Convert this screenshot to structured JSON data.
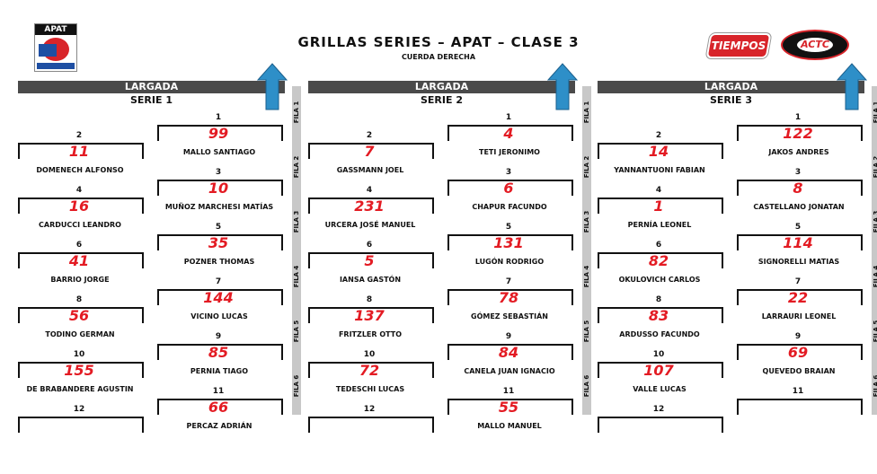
{
  "header": {
    "logo_left_text": "APAT",
    "title": "GRILLAS SERIES – APAT – CLASE 3",
    "subtitle": "CUERDA DERECHA",
    "logo_tiempos": "TIEMPOS",
    "logo_actc": "ACTC"
  },
  "fila_prefix": "FILA",
  "fila_numbers": [
    "1",
    "2",
    "3",
    "4",
    "5",
    "6"
  ],
  "sections": [
    {
      "largada": "LARGADA",
      "serie": "SERIE 1",
      "left": [
        {
          "pos": "2",
          "num": "11",
          "name": "DOMENECH ALFONSO"
        },
        {
          "pos": "4",
          "num": "16",
          "name": "CARDUCCI LEANDRO"
        },
        {
          "pos": "6",
          "num": "41",
          "name": "BARRIO JORGE"
        },
        {
          "pos": "8",
          "num": "56",
          "name": "TODINO GERMAN"
        },
        {
          "pos": "10",
          "num": "155",
          "name": "DE BRABANDERE AGUSTIN"
        },
        {
          "pos": "12",
          "num": "",
          "name": ""
        }
      ],
      "right": [
        {
          "pos": "1",
          "num": "99",
          "name": "MALLO SANTIAGO"
        },
        {
          "pos": "3",
          "num": "10",
          "name": "MUÑOZ MARCHESI MATÍAS"
        },
        {
          "pos": "5",
          "num": "35",
          "name": "POZNER THOMAS"
        },
        {
          "pos": "7",
          "num": "144",
          "name": "VICINO LUCAS"
        },
        {
          "pos": "9",
          "num": "85",
          "name": "PERNIA TIAGO"
        },
        {
          "pos": "11",
          "num": "66",
          "name": "PERCAZ ADRIÁN"
        }
      ]
    },
    {
      "largada": "LARGADA",
      "serie": "SERIE 2",
      "left": [
        {
          "pos": "2",
          "num": "7",
          "name": "GASSMANN JOEL"
        },
        {
          "pos": "4",
          "num": "231",
          "name": "URCERA JOSÉ MANUEL"
        },
        {
          "pos": "6",
          "num": "5",
          "name": "IANSA GASTÓN"
        },
        {
          "pos": "8",
          "num": "137",
          "name": "FRITZLER OTTO"
        },
        {
          "pos": "10",
          "num": "72",
          "name": "TEDESCHI LUCAS"
        },
        {
          "pos": "12",
          "num": "",
          "name": ""
        }
      ],
      "right": [
        {
          "pos": "1",
          "num": "4",
          "name": "TETI JERONIMO"
        },
        {
          "pos": "3",
          "num": "6",
          "name": "CHAPUR FACUNDO"
        },
        {
          "pos": "5",
          "num": "131",
          "name": "LUGÓN RODRIGO"
        },
        {
          "pos": "7",
          "num": "78",
          "name": "GÓMEZ SEBASTIÁN"
        },
        {
          "pos": "9",
          "num": "84",
          "name": "CANELA JUAN IGNACIO"
        },
        {
          "pos": "11",
          "num": "55",
          "name": "MALLO MANUEL"
        }
      ]
    },
    {
      "largada": "LARGADA",
      "serie": "SERIE 3",
      "left": [
        {
          "pos": "2",
          "num": "14",
          "name": "YANNANTUONI FABIAN"
        },
        {
          "pos": "4",
          "num": "1",
          "name": "PERNÍA LEONEL"
        },
        {
          "pos": "6",
          "num": "82",
          "name": "OKULOVICH CARLOS"
        },
        {
          "pos": "8",
          "num": "83",
          "name": "ARDUSSO FACUNDO"
        },
        {
          "pos": "10",
          "num": "107",
          "name": "VALLE LUCAS"
        },
        {
          "pos": "12",
          "num": "",
          "name": ""
        }
      ],
      "right": [
        {
          "pos": "1",
          "num": "122",
          "name": "JAKOS ANDRES"
        },
        {
          "pos": "3",
          "num": "8",
          "name": "CASTELLANO JONATAN"
        },
        {
          "pos": "5",
          "num": "114",
          "name": "SIGNORELLI MATIAS"
        },
        {
          "pos": "7",
          "num": "22",
          "name": "LARRAURI LEONEL"
        },
        {
          "pos": "9",
          "num": "69",
          "name": "QUEVEDO BRAIAN"
        },
        {
          "pos": "11",
          "num": "",
          "name": ""
        }
      ]
    }
  ],
  "colors": {
    "car_number": "#e31b23",
    "bar": "#4a4a4a",
    "arrow": "#2e8fc8",
    "fila": "#c8c8c8"
  }
}
